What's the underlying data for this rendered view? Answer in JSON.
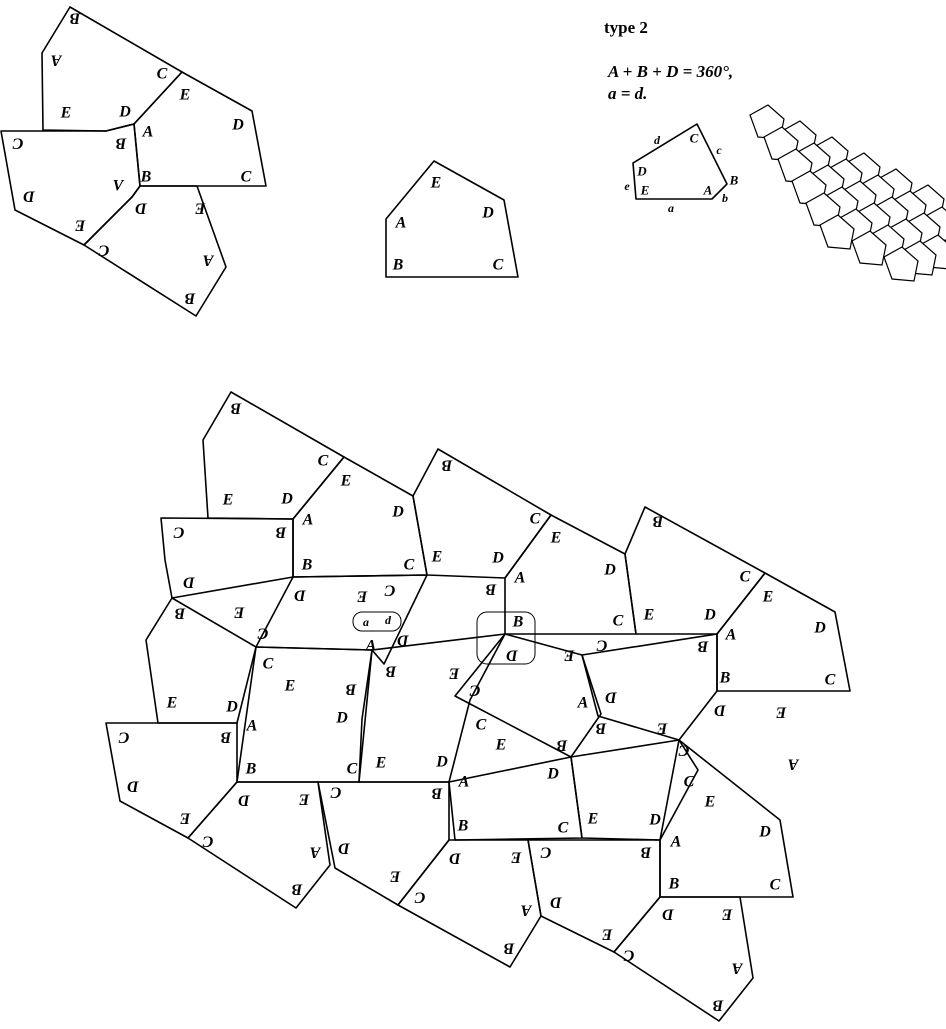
{
  "header": {
    "title": "type 2",
    "condition": "A + B + D = 360°,",
    "equality": "a = d."
  },
  "vertex_letters": {
    "A": "A",
    "B": "B",
    "C": "C",
    "D": "D",
    "E": "E"
  },
  "edge_letters": {
    "a": "a",
    "b": "b",
    "c": "c",
    "d": "d",
    "e": "e"
  },
  "colors": {
    "stroke": "#000000",
    "background": "#ffffff",
    "tile_fill": "#ffffff"
  }
}
